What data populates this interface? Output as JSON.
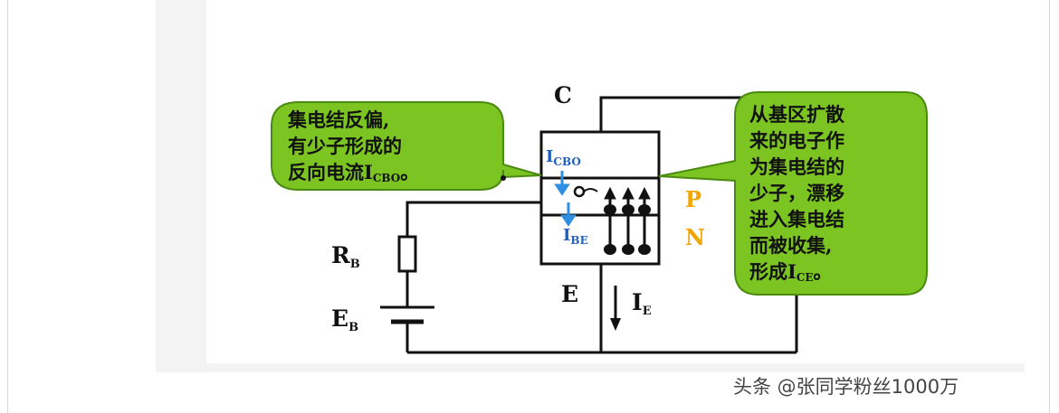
{
  "diagram": {
    "terminal_c": "C",
    "terminal_e": "E",
    "resistor_label": {
      "main": "R",
      "sub": "B"
    },
    "battery_label": {
      "main": "E",
      "sub": "B"
    },
    "current_ie": {
      "main": "I",
      "sub": "E"
    },
    "current_icbo": {
      "main": "I",
      "sub": "CBO"
    },
    "current_ibe": {
      "main": "I",
      "sub": "BE"
    },
    "region_p": "P",
    "region_n": "N",
    "colors": {
      "bubble_fill": "#7cc421",
      "bubble_stroke": "#4a8a10",
      "current_arrow": "#2f8fe0",
      "region_letters": "#f0a500"
    }
  },
  "left_bubble": {
    "lines": [
      "集电结反偏,",
      "有少子形成的"
    ],
    "line3_prefix": "反向电流I",
    "line3_sub": "CBO",
    "line3_suffix": "。"
  },
  "right_bubble": {
    "lines": [
      "从基区扩散",
      "来的电子作",
      "为集电结的",
      "少子，漂移",
      "进入集电结",
      "而被收集,"
    ],
    "line7_prefix": "形成I",
    "line7_sub": "CE",
    "line7_suffix": "。"
  },
  "watermark": "头条 @张同学粉丝1000万"
}
